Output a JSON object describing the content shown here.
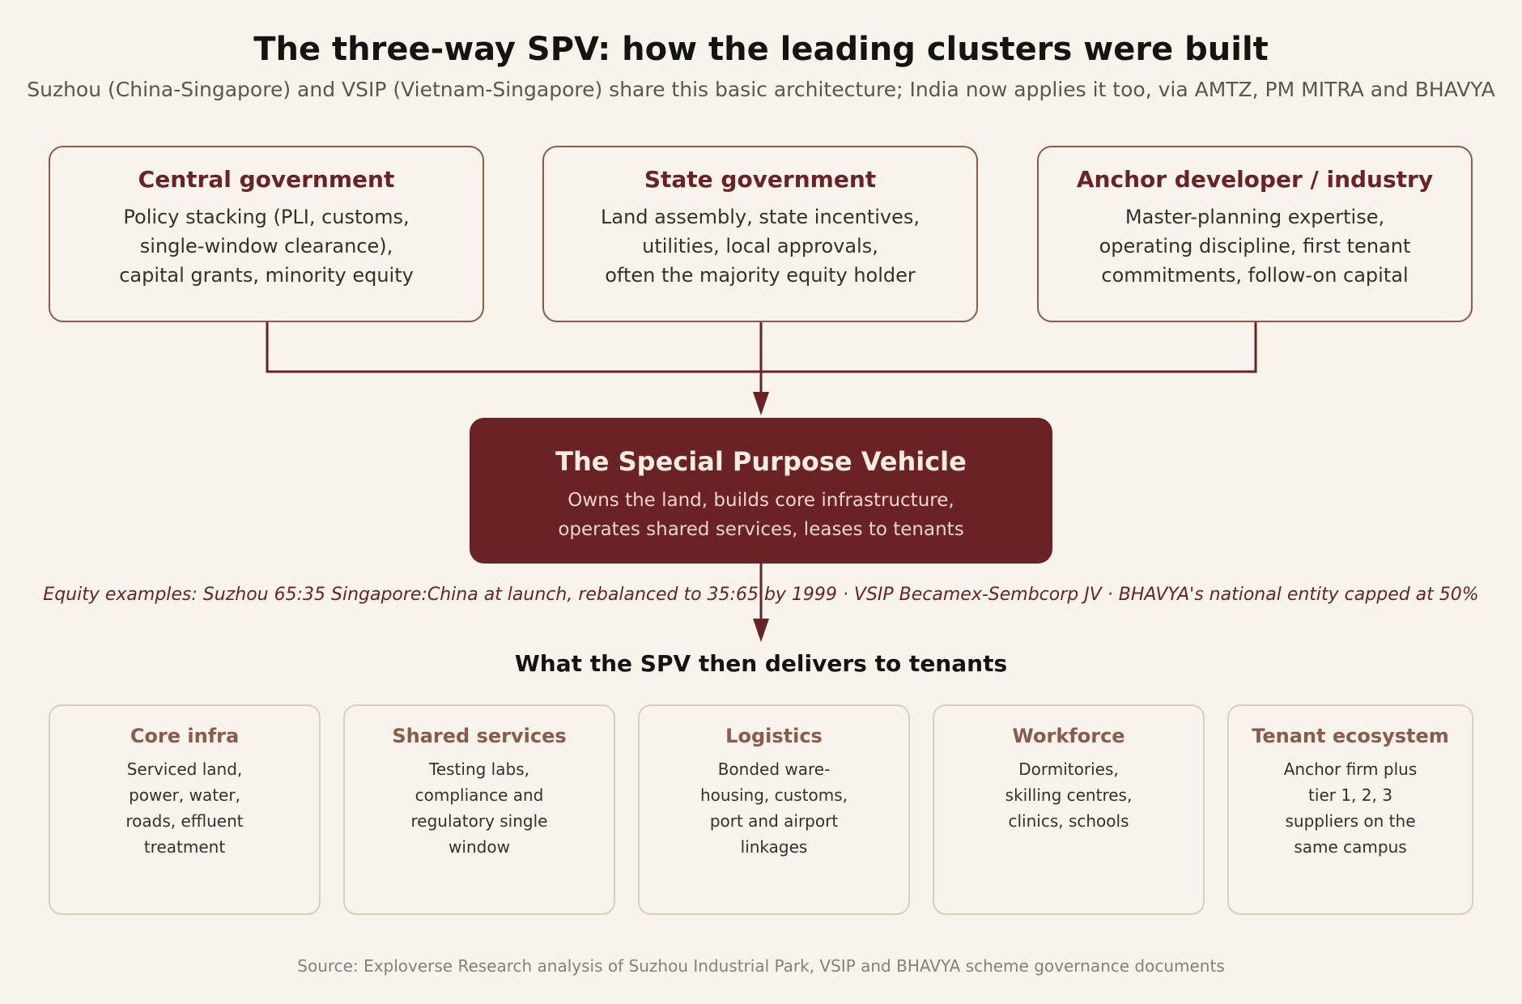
{
  "title": "The three-way SPV: how the leading clusters were built",
  "subtitle": "Suzhou (China-Singapore) and VSIP (Vietnam-Singapore) share this basic architecture; India now applies it too, via AMTZ, PM MITRA and BHAVYA",
  "partners": [
    {
      "heading": "Central government",
      "body": "Policy stacking (PLI, customs,\nsingle-window clearance),\ncapital grants, minority equity"
    },
    {
      "heading": "State government",
      "body": "Land assembly, state incentives,\nutilities, local approvals,\noften the majority equity holder"
    },
    {
      "heading": "Anchor developer / industry",
      "body": "Master-planning expertise,\noperating discipline, first tenant\ncommitments, follow-on capital"
    }
  ],
  "spv": {
    "heading": "The Special Purpose Vehicle",
    "body": "Owns the land, builds core infrastructure,\noperates shared services, leases to tenants"
  },
  "equity_note": "Equity examples: Suzhou 65:35 Singapore:China at launch, rebalanced to 35:65 by 1999 · VSIP Becamex-Sembcorp JV · BHAVYA's national entity capped at 50%",
  "delivers_heading": "What the SPV then delivers to tenants",
  "deliverables": [
    {
      "heading": "Core infra",
      "body": "Serviced land,\npower, water,\nroads, effluent\ntreatment"
    },
    {
      "heading": "Shared services",
      "body": "Testing labs,\ncompliance and\nregulatory single\nwindow"
    },
    {
      "heading": "Logistics",
      "body": "Bonded ware-\nhousing, customs,\nport and airport\nlinkages"
    },
    {
      "heading": "Workforce",
      "body": "Dormitories,\nskilling centres,\nclinics, schools"
    },
    {
      "heading": "Tenant ecosystem",
      "body": "Anchor firm plus\ntier 1, 2, 3\nsuppliers on the\nsame campus"
    }
  ],
  "source": "Source: Exploverse Research analysis of Suzhou Industrial Park, VSIP and BHAVYA scheme governance documents",
  "colors": {
    "background": "#f8f4ec",
    "accent": "#6b2224",
    "partner_border": "#8a5a4a",
    "deliverable_border": "#d8d0bc"
  }
}
